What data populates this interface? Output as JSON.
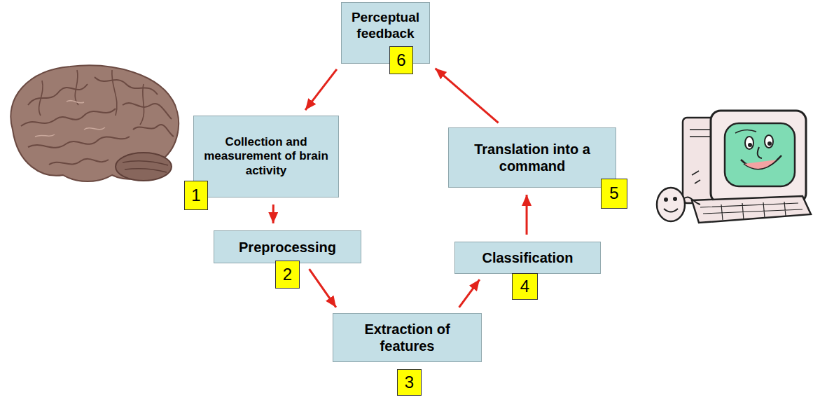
{
  "diagram": {
    "nodes": [
      {
        "text": [
          "Collection and measurement of brain activity"
        ]
      },
      {
        "text": [
          "1"
        ]
      },
      {
        "text": [
          "Preprocessing"
        ]
      },
      {
        "text": [
          "2"
        ]
      },
      {
        "text": [
          "Extraction of features"
        ]
      },
      {
        "text": [
          "3"
        ]
      },
      {
        "text": [
          "Classification"
        ]
      },
      {
        "text": [
          "4"
        ]
      },
      {
        "text": [
          "Translation into a command"
        ]
      },
      {
        "text": [
          "5"
        ]
      },
      {
        "text": [
          "Perceptual feedback"
        ]
      },
      {
        "text": [
          "6"
        ]
      }
    ],
    "edges": [
      {
        "from": 0,
        "to": 2,
        "arrow": "to"
      },
      {
        "from": 2,
        "to": 4,
        "arrow": "to"
      },
      {
        "from": 4,
        "to": 6,
        "arrow": "to"
      },
      {
        "from": 6,
        "to": 8,
        "arrow": "to"
      },
      {
        "from": 8,
        "to": 10,
        "arrow": "to"
      },
      {
        "from": 10,
        "to": 0,
        "arrow": "to"
      }
    ]
  }
}
